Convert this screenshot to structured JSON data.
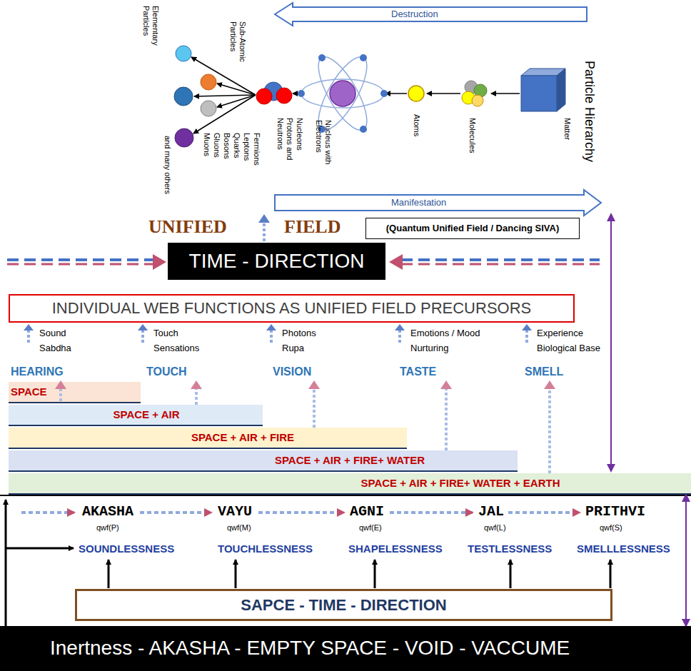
{
  "diagram": {
    "nodes": [
      {
        "text": [
          "(Quantum Unified Field / Dancing SIVA)"
        ]
      },
      {
        "text": [
          "TIME - DIRECTION"
        ]
      },
      {
        "text": [
          "INDIVIDUAL WEB FUNCTIONS AS UNIFIED FIELD PRECURSORS"
        ]
      },
      {
        "text": [
          "SPACE"
        ]
      },
      {
        "text": [
          "SPACE + AIR"
        ]
      },
      {
        "text": [
          "SPACE + AIR + FIRE"
        ]
      },
      {
        "text": [
          "SPACE + AIR + FIRE+ WATER"
        ]
      },
      {
        "text": [
          "SPACE + AIR + FIRE+ WATER + EARTH"
        ]
      },
      {
        "text": [
          "SAPCE - TIME - DIRECTION"
        ]
      },
      {
        "text": [
          "Inertness - AKASHA - EMPTY SPACE - VOID - VACCUME"
        ]
      }
    ],
    "edges": [
      {
        "from": 7,
        "to": 9,
        "arrow": "both"
      }
    ],
    "labels": [
      "Destruction",
      "Particle Hierarchy",
      "Elementary Particles",
      "Sub-Atomic Particles",
      "Matter",
      "Molecules",
      "Atoms",
      "Nucleus with Electrons",
      "Protons and Neutrons",
      "Nucleons",
      "Fermions",
      "Leptons",
      "Quarks",
      "Bosons",
      "Gluons",
      "Muons",
      "and many others",
      "Manifestation",
      "UNIFIED",
      "FIELD",
      "Sound",
      "Sabdha",
      "Touch",
      "Sensations",
      "Photons",
      "Rupa",
      "Emotions / Mood",
      "Nurturing",
      "Experience",
      "Biological Base",
      "HEARING",
      "TOUCH",
      "VISION",
      "TASTE",
      "SMELL",
      "AKASHA",
      "VAYU",
      "AGNI",
      "JAL",
      "PRITHVI",
      "qwf(P)",
      "qwf(M)",
      "qwf(E)",
      "qwf(L)",
      "qwf(S)",
      "SOUNDLESSNESS",
      "TOUCHLESSNESS",
      "SHAPELESSNESS",
      "TESTLESSNESS",
      "SMELLLESSNESS"
    ]
  }
}
